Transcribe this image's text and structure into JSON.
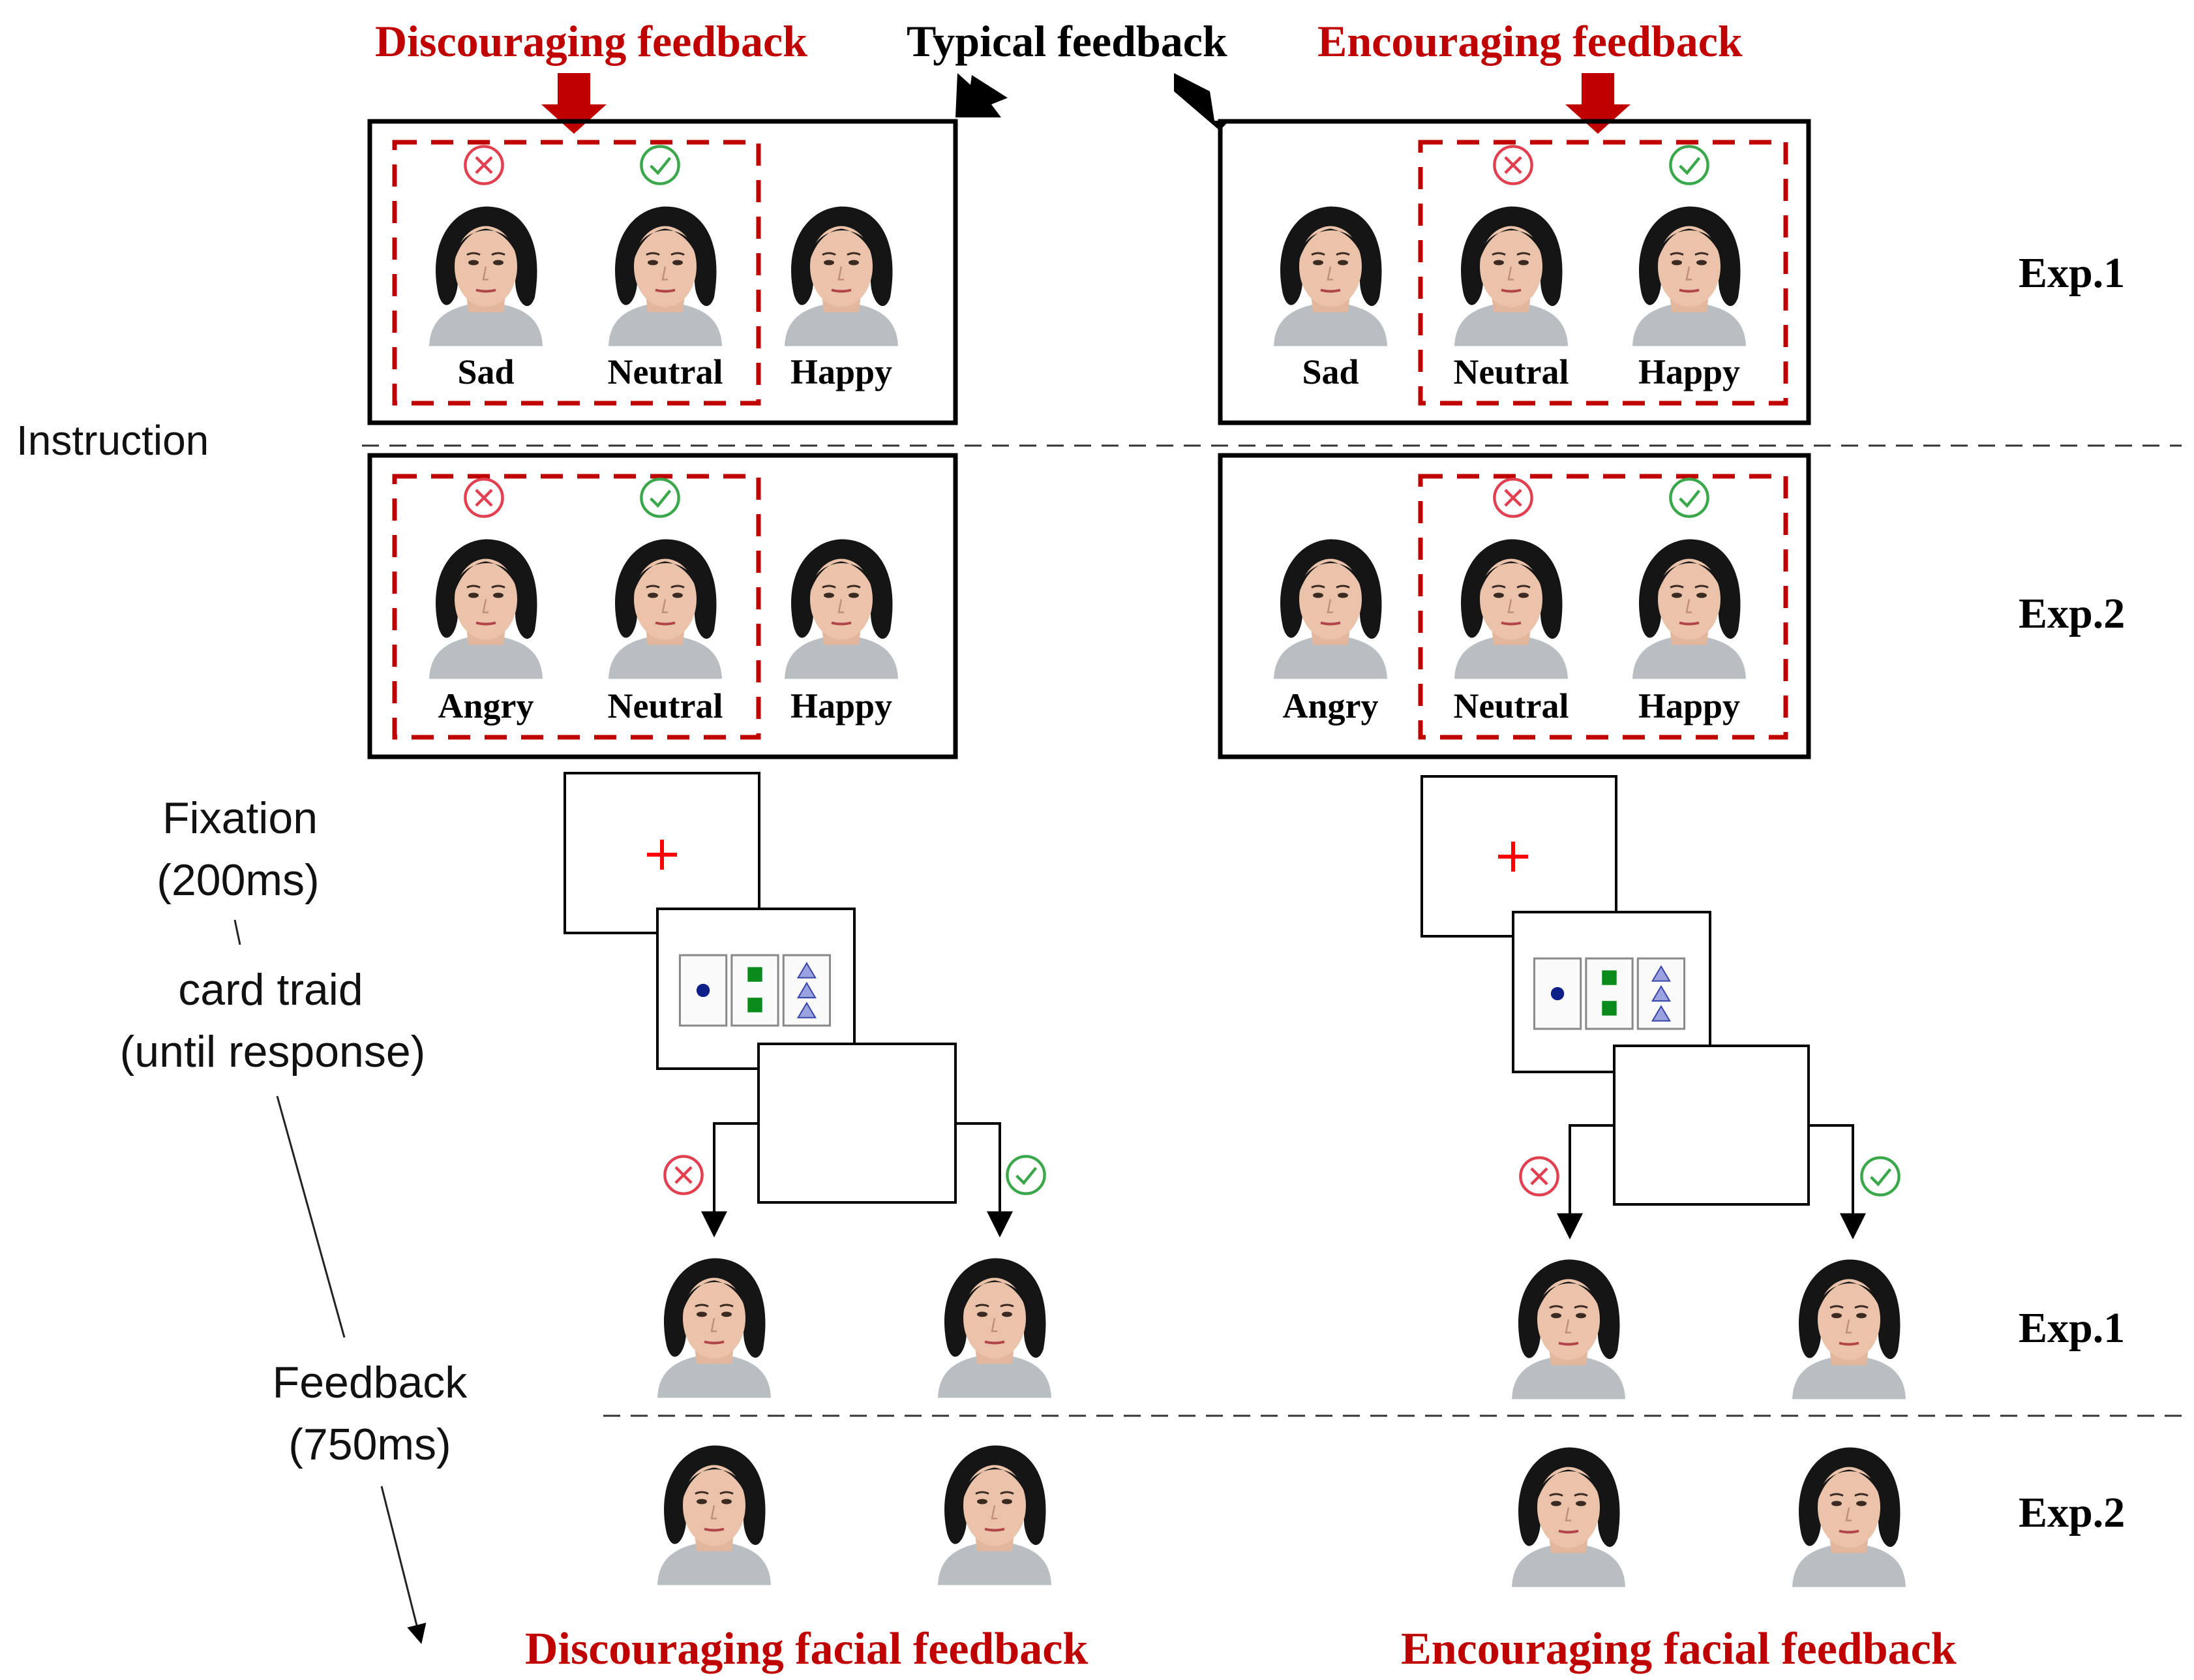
{
  "header": {
    "discouraging": "Discouraging  feedback",
    "typical": "Typical  feedback",
    "encouraging": "Encouraging  feedback"
  },
  "instruction_label": "Instruction",
  "exp1_label": "Exp.1",
  "exp2_label": "Exp.2",
  "faces": {
    "sad": "Sad",
    "neutral": "Neutral",
    "happy": "Happy",
    "angry": "Angry"
  },
  "timeline": {
    "fixation_line1": "Fixation",
    "fixation_line2": "(200ms)",
    "card_line1": "card traid",
    "card_line2": "(until response)",
    "feedback_line1": "Feedback",
    "feedback_line2": "(750ms)"
  },
  "footer": {
    "discouraging": "Discouraging  facial feedback",
    "encouraging": "Encouraging  facial feedback"
  },
  "colors": {
    "accent_red": "#c00000",
    "wrong_red": "#e04050",
    "correct_green": "#3aa84a",
    "fixation_red": "#ff0000"
  },
  "icons": {
    "wrong": "x-circle-icon",
    "correct": "check-circle-icon"
  }
}
